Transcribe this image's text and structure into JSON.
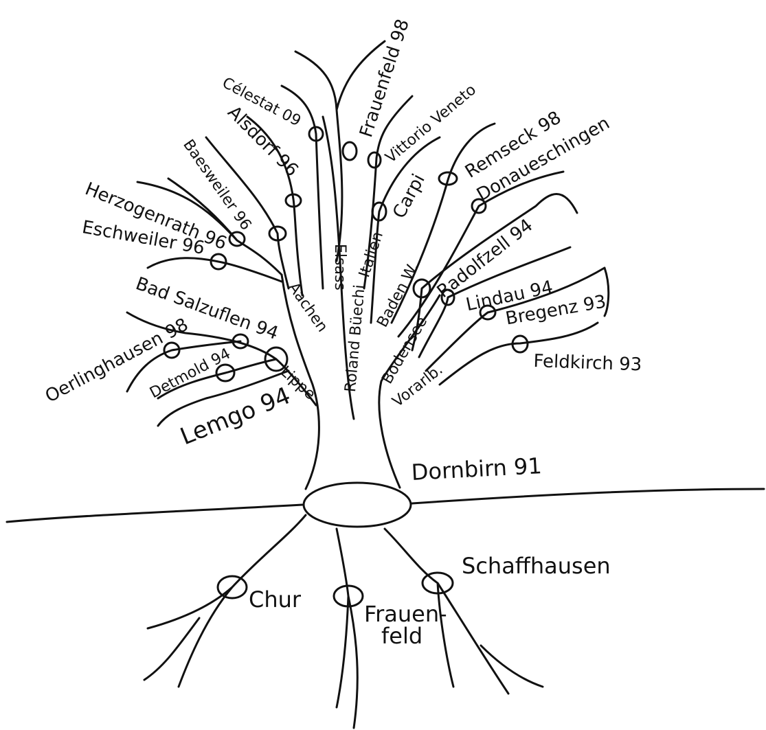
{
  "colors": {
    "ink": "#111111",
    "paper": "#ffffff"
  },
  "labels": {
    "frauenfeld_98": "Frauenfeld 98",
    "vittorio_veneto": "Vittorio Veneto",
    "celestat": "Célestat 09",
    "alsdorf": "Alsdorf 96",
    "baesweiler": "Baesweiler 96",
    "herzogenrath": "Herzogenrath 96",
    "eschweiler": "Eschweiler 96",
    "remseck": "Remseck 98",
    "donaueschingen": "Donaueschingen",
    "carpi": "Carpi",
    "italien": "Italien",
    "elsass": "Elsass",
    "roland_buechi": "Roland Büechi",
    "aachen": "Aachen",
    "radolfzell": "Radolfzell 94",
    "lindau": "Lindau 94",
    "bregenz": "Bregenz 93",
    "feldkirch": "Feldkirch 93",
    "bodensee": "Bodensee",
    "vorarlb": "Vorarlb.",
    "baden_w": "Baden W.",
    "bad_salzuflen": "Bad Salzuflen 94",
    "oerlinghausen": "Oerlinghausen 98",
    "detmold": "Detmold 94",
    "lemgo": "Lemgo 94",
    "lippe": "Lippe",
    "dornbirn": "Dornbirn 91",
    "schaffhausen": "Schaffhausen",
    "chur": "Chur",
    "frauen": "Frauen-",
    "feld": "feld"
  }
}
